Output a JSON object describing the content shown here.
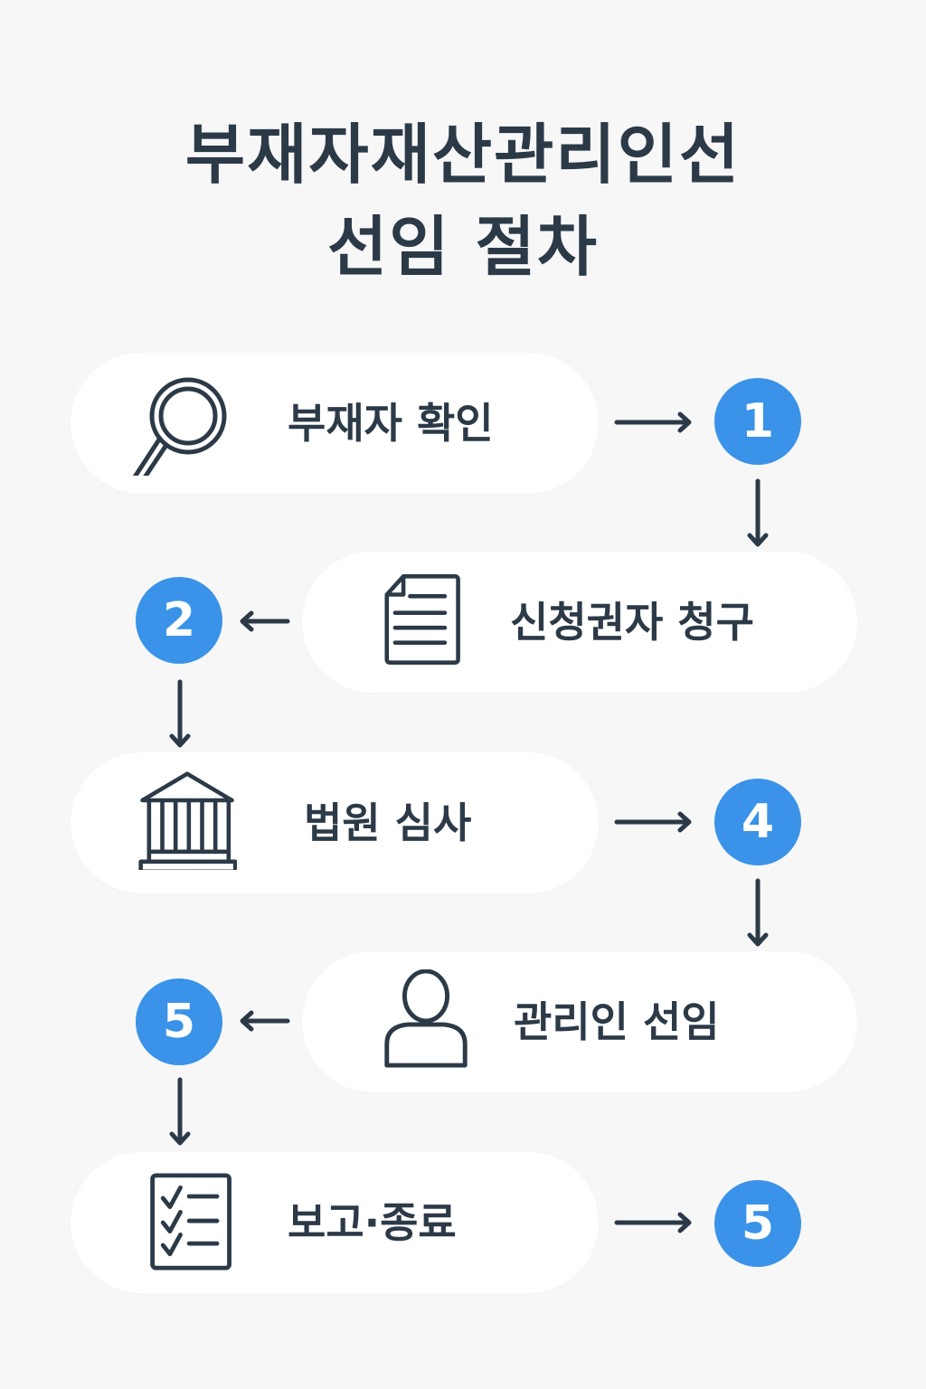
{
  "title": {
    "line1": "부재자재산관리인선",
    "line2": "선임 절차"
  },
  "steps": [
    {
      "label": "부재자 확인",
      "icon": "magnifier-icon",
      "badge": "1",
      "side": "left"
    },
    {
      "label": "신청권자 청구",
      "icon": "document-icon",
      "badge": "2",
      "side": "right"
    },
    {
      "label": "법원 심사",
      "icon": "courthouse-icon",
      "badge": "4",
      "side": "left"
    },
    {
      "label": "관리인 선임",
      "icon": "person-icon",
      "badge": "5",
      "side": "right"
    },
    {
      "label": "보고·종료",
      "icon": "checklist-icon",
      "badge": "5",
      "side": "left"
    }
  ],
  "colors": {
    "background": "#f7f7f8",
    "card": "#ffffff",
    "text": "#2c3a48",
    "badge": "#3a93e8"
  }
}
